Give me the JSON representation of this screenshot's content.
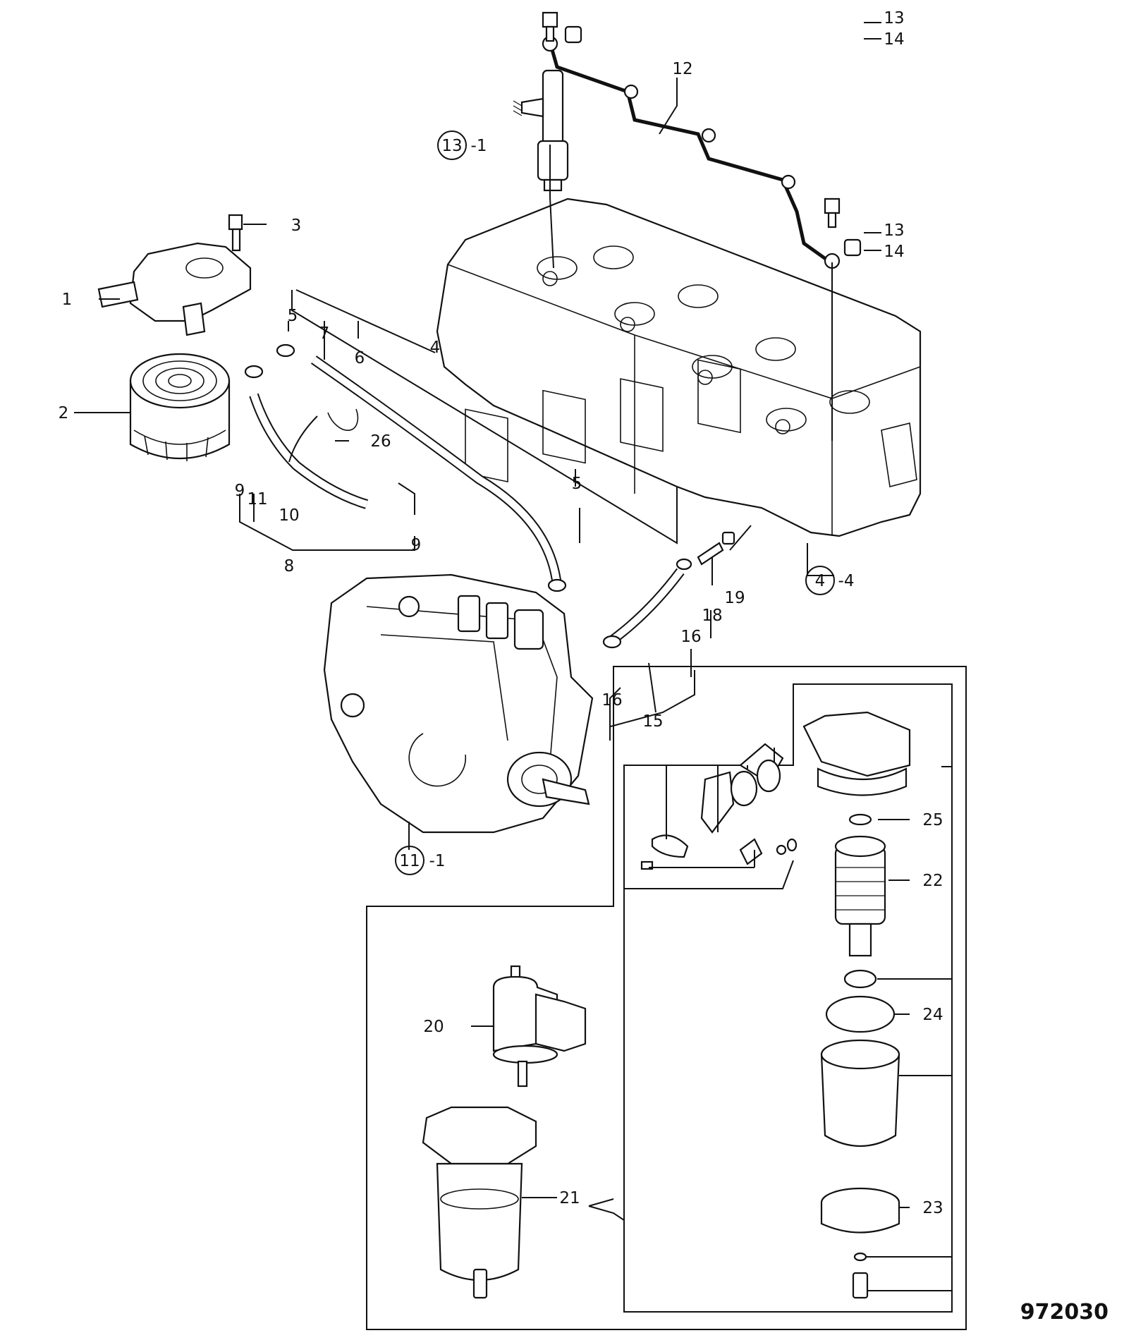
{
  "figure_number": "972030",
  "callouts": {
    "c1": "1",
    "c2": "2",
    "c3": "3",
    "c4": "4",
    "c4_4": "-4",
    "c4_4_circ": "4",
    "c5a": "5",
    "c5b": "5",
    "c6": "6",
    "c7": "7",
    "c8": "8",
    "c9a": "9",
    "c9b": "9",
    "c10": "10",
    "c11": "11",
    "c11_1": "-1",
    "c11_1_circ": "11",
    "c12": "12",
    "c13a": "13",
    "c13b": "13",
    "c13_1": "-1",
    "c13_1_circ": "13",
    "c14a": "14",
    "c14b": "14",
    "c15": "15",
    "c16a": "16",
    "c16b": "16",
    "c18": "18",
    "c19": "19",
    "c20": "20",
    "c21": "21",
    "c22": "22",
    "c23": "23",
    "c24": "24",
    "c25": "25",
    "c26": "26"
  }
}
